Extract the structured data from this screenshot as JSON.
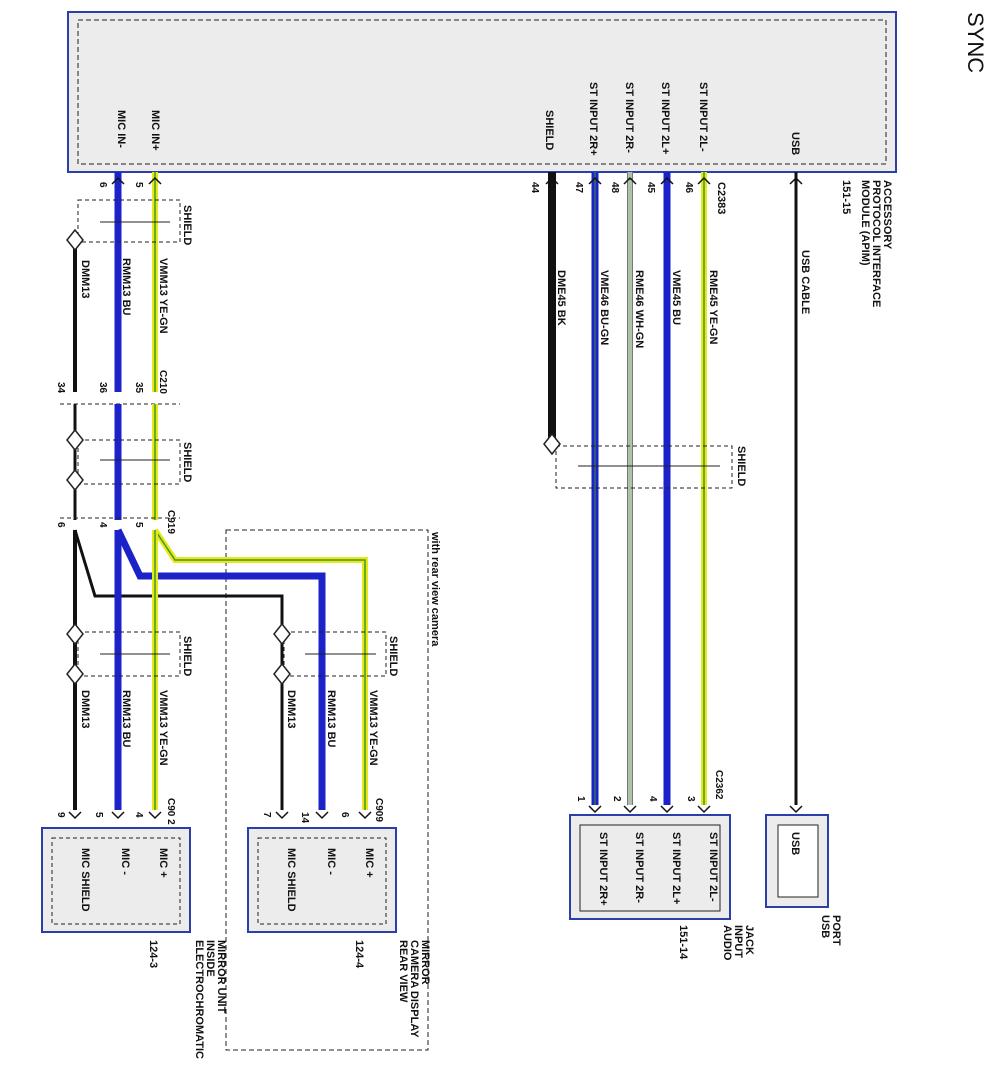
{
  "title": "SYNC",
  "colors": {
    "module_border": "#2b3fa8",
    "module_fill": "#ececec",
    "wire_blue": "#1a22c8",
    "wire_black": "#111111",
    "wire_yellow": "#e8e818",
    "wire_green": "#3a9a2a",
    "wire_white": "#ffffff",
    "wire_gray": "#777777"
  },
  "apim": {
    "name": "ACCESSORY PROTOCOL INTERFACE MODULE (APIM)",
    "ref": "151-15",
    "connector_top": "C2383",
    "pins": [
      {
        "label": "MIC IN-",
        "num": "6"
      },
      {
        "label": "MIC IN+",
        "num": "5"
      },
      {
        "label": "SHIELD",
        "num": "44"
      },
      {
        "label": "ST INPUT 2R+",
        "num": "47"
      },
      {
        "label": "ST INPUT 2R-",
        "num": "48"
      },
      {
        "label": "ST INPUT 2L+",
        "num": "45"
      },
      {
        "label": "ST INPUT 2L-",
        "num": "46"
      },
      {
        "label": "USB",
        "num": ""
      }
    ]
  },
  "wires_top": [
    {
      "circuit": "VMM13",
      "color": "YE-GN"
    },
    {
      "circuit": "RMM13",
      "color": "BU"
    },
    {
      "circuit": "DMM13",
      "color": ""
    },
    {
      "circuit": "DME45",
      "color": "BK"
    },
    {
      "circuit": "VME46",
      "color": "BU-GN"
    },
    {
      "circuit": "RME46",
      "color": "WH-GN"
    },
    {
      "circuit": "VME45",
      "color": "BU"
    },
    {
      "circuit": "RME45",
      "color": "YE-GN"
    },
    {
      "circuit": "USB CABLE",
      "color": ""
    }
  ],
  "shield_label": "SHIELD",
  "c210": {
    "name": "C210",
    "pins": [
      "34",
      "36",
      "35"
    ]
  },
  "c919": {
    "name": "C919",
    "pins": [
      "6",
      "4",
      "5"
    ]
  },
  "camera_note": "with rear view camera",
  "wires_bottom": [
    {
      "circuit": "DMM13",
      "color": ""
    },
    {
      "circuit": "RMM13",
      "color": "BU"
    },
    {
      "circuit": "VMM13",
      "color": "YE-GN"
    }
  ],
  "mirror_unit": {
    "name": "ELECTROCHROMATIC INSIDE MIRROR UNIT",
    "ref": "124-3",
    "connector": "C90 2",
    "pins": [
      {
        "label": "MIC SHIELD",
        "num": "9"
      },
      {
        "label": "MIC -",
        "num": "5"
      },
      {
        "label": "MIC +",
        "num": "4"
      }
    ]
  },
  "camera_display": {
    "name": "REAR VIEW CAMERA DISPLAY MIRROR",
    "ref": "124-4",
    "connector": "C909",
    "pins": [
      {
        "label": "MIC SHIELD",
        "num": "7"
      },
      {
        "label": "MIC -",
        "num": "14"
      },
      {
        "label": "MIC +",
        "num": "6"
      }
    ]
  },
  "audio_jack": {
    "name": "AUDIO INPUT JACK",
    "ref": "151-14",
    "connector": "C2362",
    "pins": [
      {
        "label": "ST INPUT 2R+",
        "num": "1"
      },
      {
        "label": "ST INPUT 2R-",
        "num": "2"
      },
      {
        "label": "ST INPUT 2L+",
        "num": "4"
      },
      {
        "label": "ST INPUT 2L-",
        "num": "3"
      }
    ]
  },
  "usb_port": {
    "name": "USB PORT",
    "label": "USB"
  }
}
